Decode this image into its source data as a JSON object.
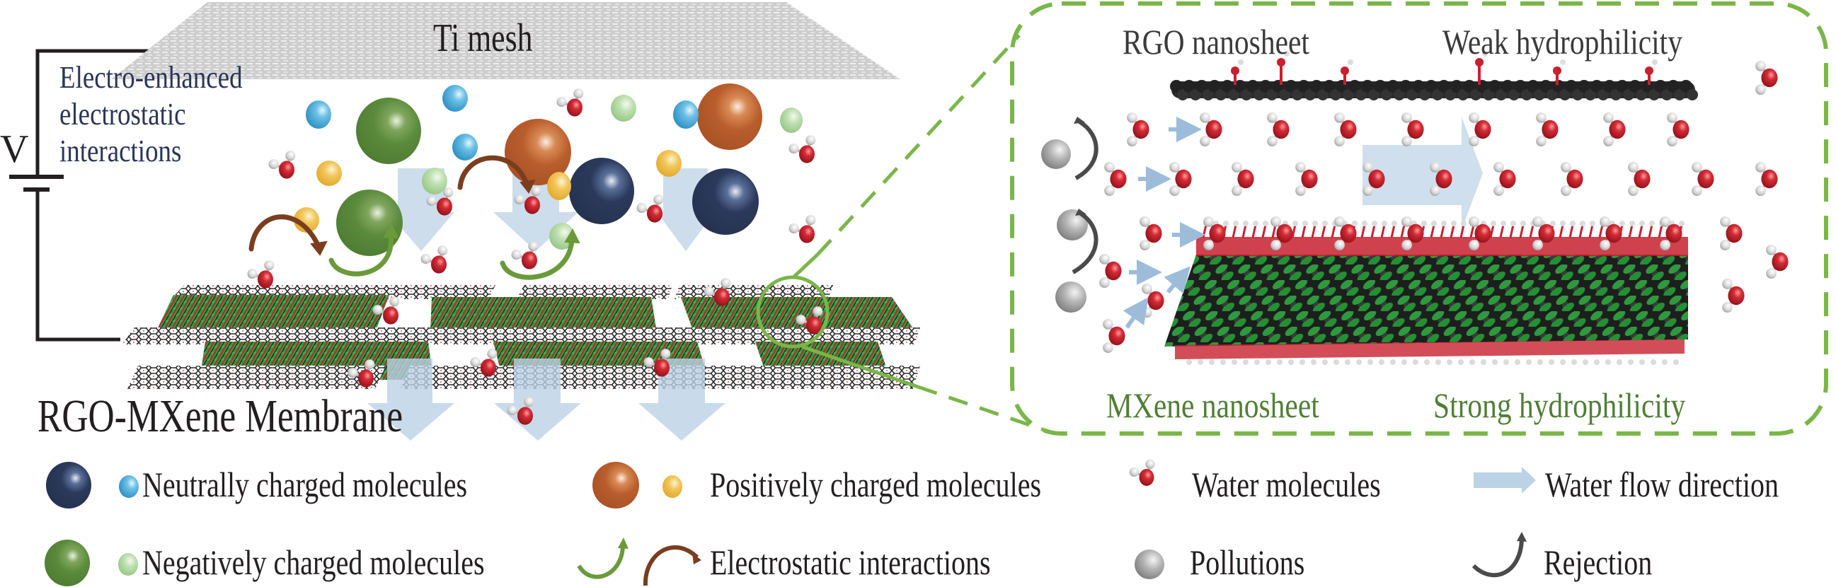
{
  "figure": {
    "title": "Electro-enhanced RGO-MXene membrane filtration schematic",
    "left_panel": {
      "top_electrode": "Ti mesh",
      "voltage_symbol": "V",
      "mechanism_label": [
        "Electro-enhanced",
        "electrostatic",
        "interactions"
      ],
      "membrane_label": "RGO-MXene Membrane"
    },
    "inset": {
      "rgo_label": "RGO nanosheet",
      "rgo_property": "Weak hydrophilicity",
      "mxene_label": "MXene nanosheet",
      "mxene_property": "Strong hydrophilicity"
    },
    "legend": [
      {
        "key": "neutral",
        "label": "Neutrally charged molecules",
        "icon": "navy-sphere + blue-sphere"
      },
      {
        "key": "positive",
        "label": "Positively charged molecules",
        "icon": "orange-sphere + yellow-sphere"
      },
      {
        "key": "water",
        "label": "Water molecules",
        "icon": "water-molecule"
      },
      {
        "key": "flow",
        "label": "Water flow direction",
        "icon": "light-blue-arrow"
      },
      {
        "key": "negative",
        "label": "Negatively charged molecules",
        "icon": "green-sphere + light-green-sphere"
      },
      {
        "key": "electrostatic",
        "label": "Electrostatic interactions",
        "icon": "green-curved-arrow + brown-curved-arrow"
      },
      {
        "key": "pollution",
        "label": "Pollutions",
        "icon": "grey-sphere"
      },
      {
        "key": "rejection",
        "label": "Rejection",
        "icon": "dark-grey-curved-arrow"
      }
    ]
  },
  "colors": {
    "neutral_large": "#2b3a5c",
    "neutral_small": "#3ba3d6",
    "positive_large": "#b95d2c",
    "positive_small": "#ecb73c",
    "negative_large": "#5a8a3c",
    "negative_small": "#a8d19a",
    "water_oxygen": "#c8202f",
    "water_hydrogen": "#d9d9d9",
    "flow_arrow": "#bcd2e6",
    "inset_border": "#7ab648",
    "rgo_carbon": "#2a2a2a",
    "mxene_green": "#2e9a3e",
    "pollution": "#9e9e9e",
    "rejection_arrow": "#4a4a4a",
    "electro_arrow_green": "#6a9a3a",
    "electro_arrow_brown": "#7a3e1f",
    "mechanism_text": "#2b3557",
    "mxene_text": "#4f7f35"
  }
}
